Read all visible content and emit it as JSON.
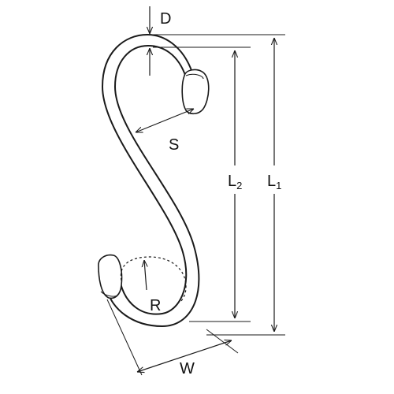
{
  "labels": {
    "D": "D",
    "S": "S",
    "R": "R",
    "W": "W",
    "L2": {
      "main": "L",
      "sub": "2"
    },
    "L1": {
      "main": "L",
      "sub": "1"
    }
  },
  "colors": {
    "stroke": "#1a1a1a",
    "background": "#ffffff"
  }
}
